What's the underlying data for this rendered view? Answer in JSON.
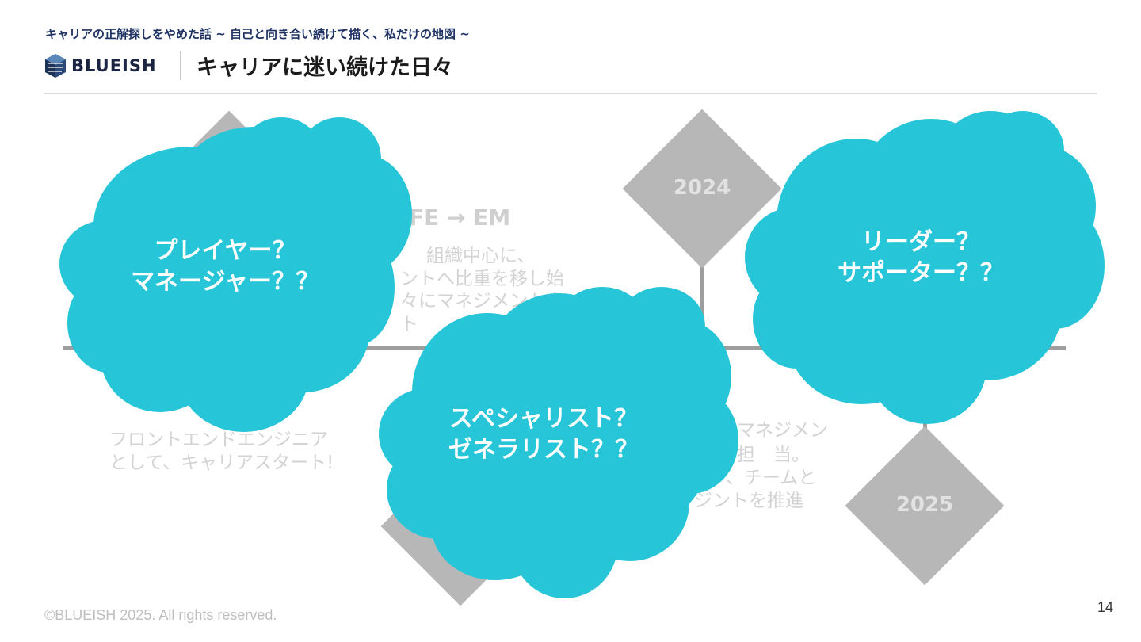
{
  "header": {
    "subtitle": "キャリアの正解探しをやめた話 ~ 自己と向き合い続けて描く、私だけの地図 ~",
    "logo_text": "BLUEISH",
    "title": "キャリアに迷い続けた日々"
  },
  "timeline": {
    "years": {
      "y2024": "2024",
      "y2025": "2025"
    },
    "ghost_texts": {
      "role_title": "FE → EM",
      "role_desc_1": "組織中心に、",
      "role_desc_2": "ントへ比重を移し始",
      "role_desc_3": "々にマネジメント会",
      "role_desc_4": "ト",
      "start_1": "フロントエンドエンジニア",
      "start_2": "として、キャリアスタート!",
      "mgmt_1": "マネジメン",
      "mgmt_2": "担　当。",
      "mgmt_3": "、チームと",
      "mgmt_4": "ジントを推進"
    }
  },
  "clouds": {
    "player": {
      "line1": "プレイヤー？",
      "line2": "マネージャー？？"
    },
    "specialist": {
      "line1": "スペシャリスト？",
      "line2": "ゼネラリスト？？"
    },
    "leader": {
      "line1": "リーダー？",
      "line2": "サポーター？？"
    }
  },
  "colors": {
    "cloud": "#26c5d8",
    "diamond": "#b7b7b7",
    "subtitle": "#1f3264"
  },
  "footer": {
    "copyright": "©BLUEISH 2025. All rights reserved.",
    "page_number": "14"
  }
}
